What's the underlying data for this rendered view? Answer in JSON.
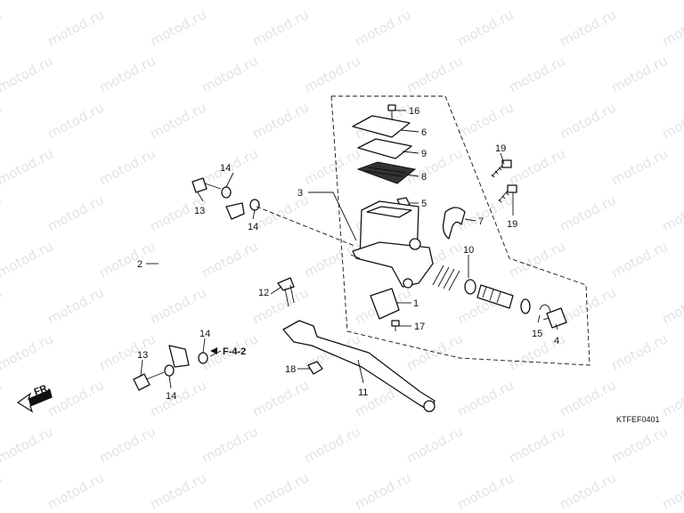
{
  "watermark": "motod.ru",
  "diagram_code": "KTFEF0401",
  "reference": "F-4-2",
  "direction_label": "FR.",
  "callouts": [
    {
      "id": "c16",
      "text": "16"
    },
    {
      "id": "c6",
      "text": "6"
    },
    {
      "id": "c9",
      "text": "9"
    },
    {
      "id": "c8",
      "text": "8"
    },
    {
      "id": "c3",
      "text": "3"
    },
    {
      "id": "c5",
      "text": "5"
    },
    {
      "id": "c7",
      "text": "7"
    },
    {
      "id": "c19a",
      "text": "19"
    },
    {
      "id": "c19b",
      "text": "19"
    },
    {
      "id": "c10",
      "text": "10"
    },
    {
      "id": "c14a",
      "text": "14"
    },
    {
      "id": "c13a",
      "text": "13"
    },
    {
      "id": "c14b",
      "text": "14"
    },
    {
      "id": "c2",
      "text": "2"
    },
    {
      "id": "c12",
      "text": "12"
    },
    {
      "id": "c1",
      "text": "1"
    },
    {
      "id": "c17",
      "text": "17"
    },
    {
      "id": "c15",
      "text": "15"
    },
    {
      "id": "c4",
      "text": "4"
    },
    {
      "id": "c14c",
      "text": "14"
    },
    {
      "id": "c13b",
      "text": "13"
    },
    {
      "id": "c14d",
      "text": "14"
    },
    {
      "id": "c18",
      "text": "18"
    },
    {
      "id": "c11",
      "text": "11"
    }
  ]
}
